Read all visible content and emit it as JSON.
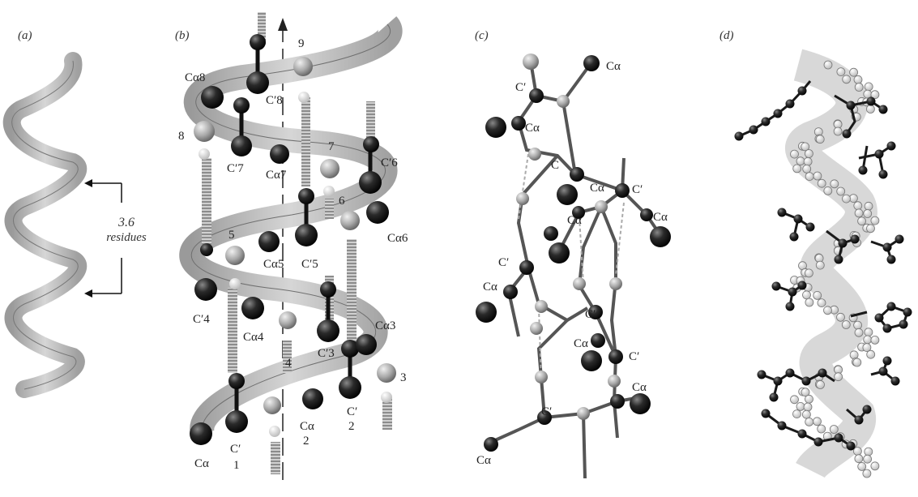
{
  "panels": {
    "a": {
      "label": "(a)",
      "annotation_line1": "3.6",
      "annotation_line2": "residues"
    },
    "b": {
      "label": "(b)",
      "atom_labels": [
        "Cα8",
        "C′8",
        "9",
        "8",
        "7",
        "C′6",
        "C′7",
        "Cα7",
        "6",
        "5",
        "Cα5",
        "C′5",
        "Cα6",
        "C′4",
        "Cα4",
        "4",
        "C′3",
        "Cα3",
        "3",
        "Cα",
        "C′",
        "1",
        "Cα",
        "2",
        "C′",
        "2"
      ]
    },
    "c": {
      "label": "(c)",
      "atom_labels": [
        "Cα",
        "C′",
        "Cα",
        "C",
        "Cα",
        "C′",
        "Cα",
        "Cα",
        "C′",
        "Cα",
        "C′",
        "Cα",
        "C′",
        "Cα",
        "C′",
        "Cα"
      ]
    },
    "d": {
      "label": "(d)"
    }
  },
  "colors": {
    "ribbon": "#c8c8c8",
    "dark_atom": "#1a1a1a",
    "light_atom": "#a9a9a9",
    "hbond": "#9a9a9a"
  }
}
